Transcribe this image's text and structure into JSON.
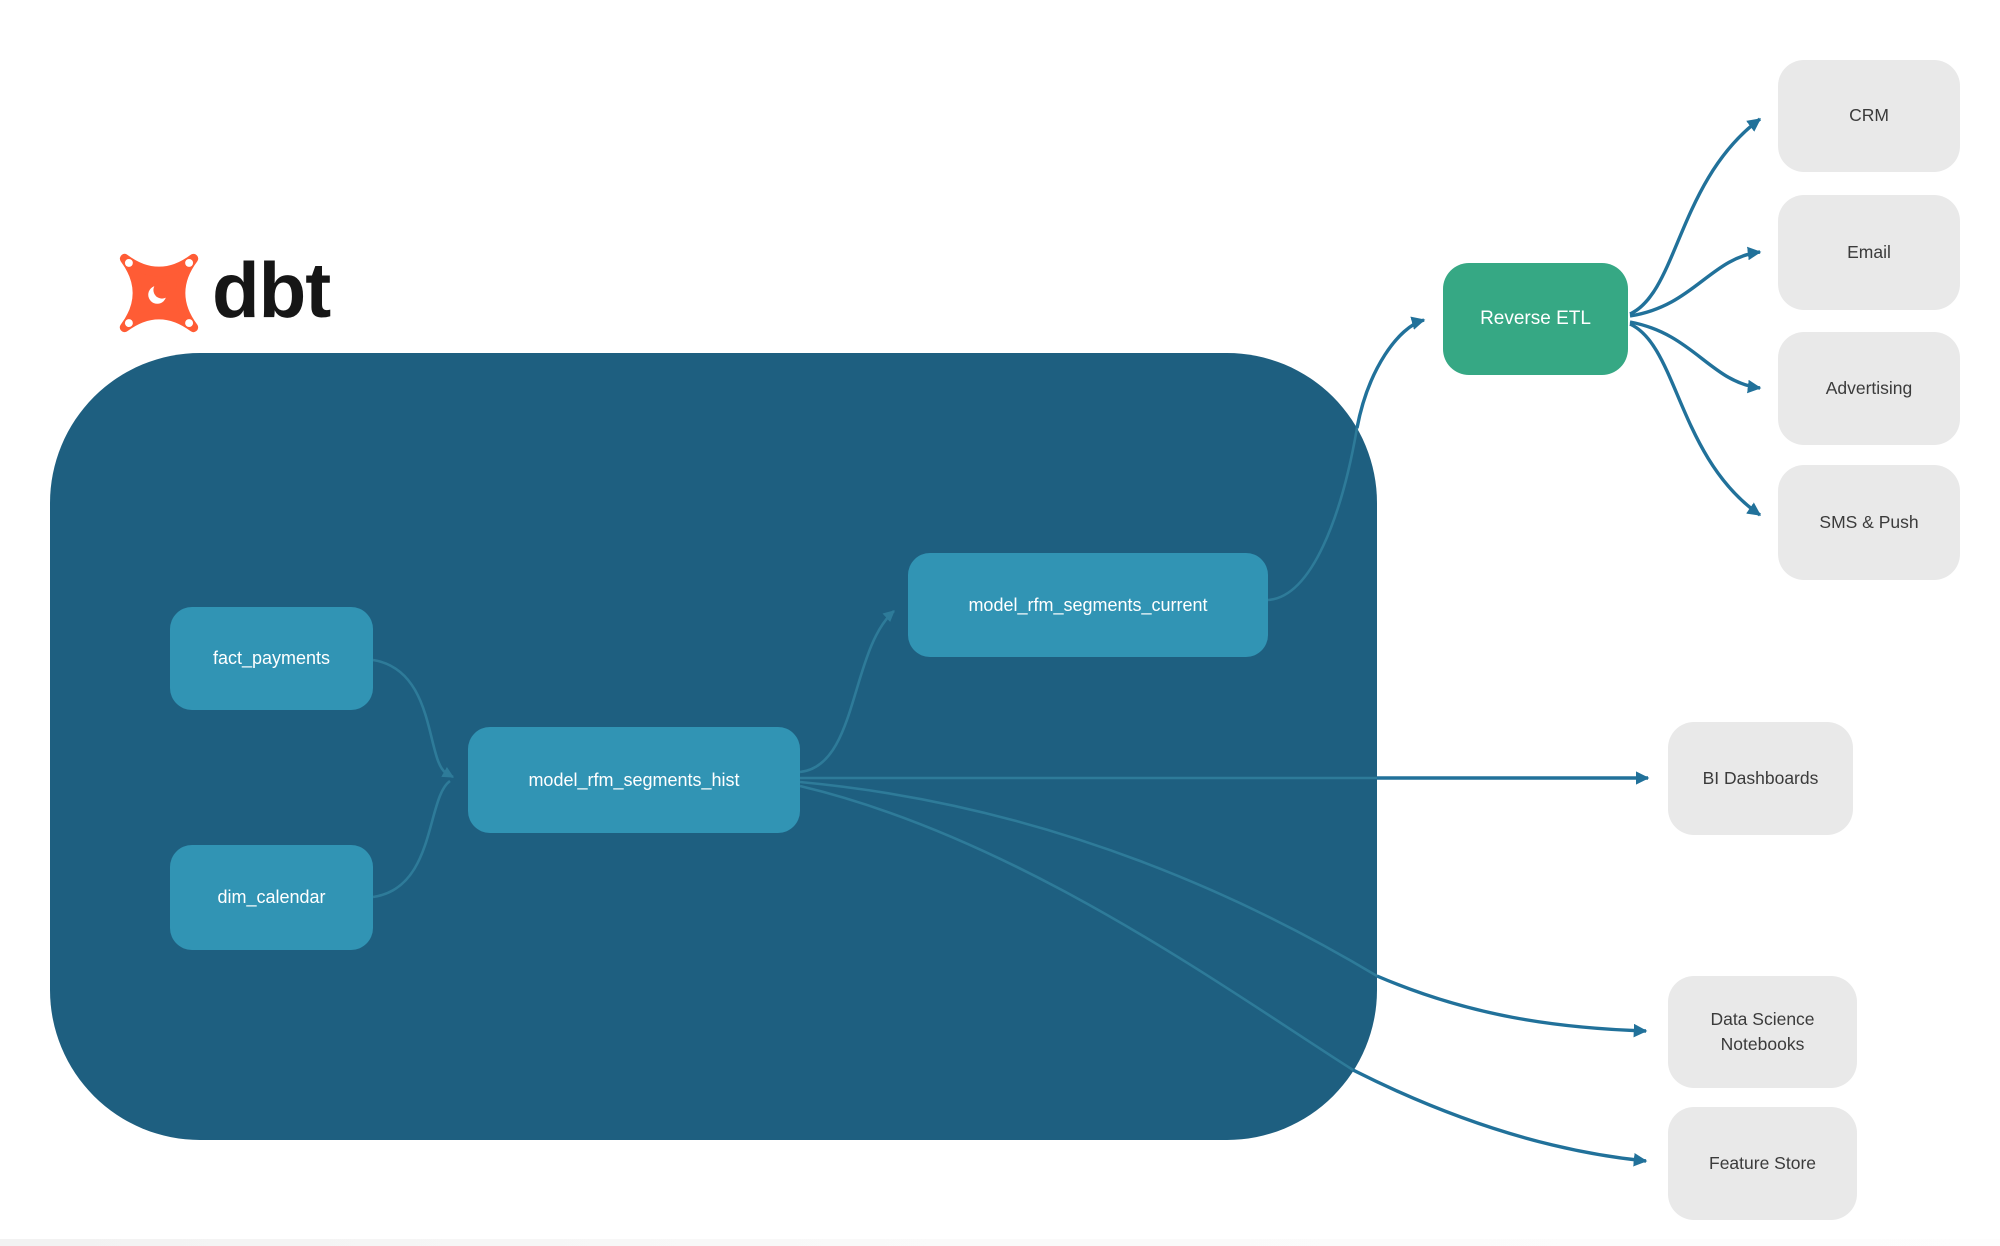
{
  "brand": {
    "wordmark": "dbt"
  },
  "colors": {
    "container_bg": "#1E5F80",
    "model_box_bg": "#3194B4",
    "etl_box_bg": "#36A884",
    "dest_box_bg": "#E9E9E9",
    "dest_text": "#3B3B3B",
    "edge_outside": "#21719A",
    "edge_inside": "#2E7B99",
    "logo_orange": "#FF5C35",
    "wordmark_color": "#161616"
  },
  "nodes": {
    "fact_payments": {
      "label": "fact_payments"
    },
    "dim_calendar": {
      "label": "dim_calendar"
    },
    "hist": {
      "label": "model_rfm_segments_hist"
    },
    "current": {
      "label": "model_rfm_segments_current"
    },
    "reverse_etl": {
      "label": "Reverse ETL"
    },
    "crm": {
      "label": "CRM"
    },
    "email": {
      "label": "Email"
    },
    "advertising": {
      "label": "Advertising"
    },
    "sms_push": {
      "label": "SMS & Push"
    },
    "bi_dashboards": {
      "label": "BI Dashboards"
    },
    "ds_notebooks": {
      "label": "Data Science Notebooks"
    },
    "feature_store": {
      "label": "Feature Store"
    }
  },
  "edges": [
    "fact_payments -> model_rfm_segments_hist",
    "dim_calendar -> model_rfm_segments_hist",
    "model_rfm_segments_hist -> model_rfm_segments_current",
    "model_rfm_segments_current -> Reverse ETL",
    "Reverse ETL -> CRM",
    "Reverse ETL -> Email",
    "Reverse ETL -> Advertising",
    "Reverse ETL -> SMS & Push",
    "model_rfm_segments_hist -> BI Dashboards",
    "model_rfm_segments_hist -> Data Science Notebooks",
    "model_rfm_segments_hist -> Feature Store"
  ]
}
